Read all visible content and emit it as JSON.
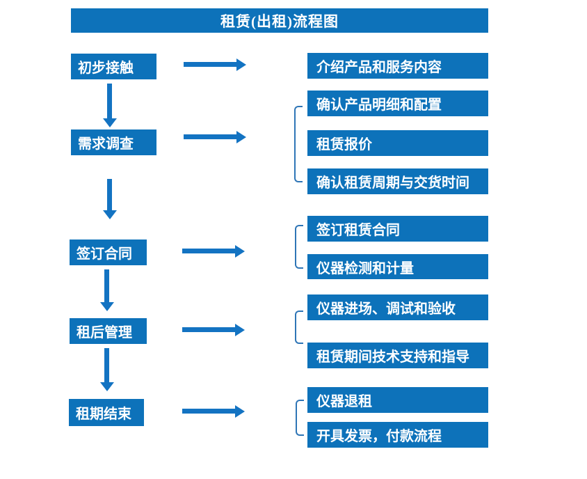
{
  "title": "租赁(出租)流程图",
  "colors": {
    "box": "#0d72ba",
    "arrow": "#1373c2",
    "bracket": "#2e75b6",
    "text": "#ffffff",
    "background": "#ffffff"
  },
  "stages": [
    {
      "label": "初步接触",
      "outputs": [
        "介绍产品和服务内容"
      ]
    },
    {
      "label": "需求调查",
      "outputs": [
        "确认产品明细和配置",
        "租赁报价",
        "确认租赁周期与交货时间"
      ]
    },
    {
      "label": "签订合同",
      "outputs": [
        "签订租赁合同",
        "仪器检测和计量"
      ]
    },
    {
      "label": "租后管理",
      "outputs": [
        "仪器进场、调试和验收",
        "租赁期间技术支持和指导"
      ]
    },
    {
      "label": "租期结束",
      "outputs": [
        "仪器退租",
        "开具发票，付款流程"
      ]
    }
  ]
}
